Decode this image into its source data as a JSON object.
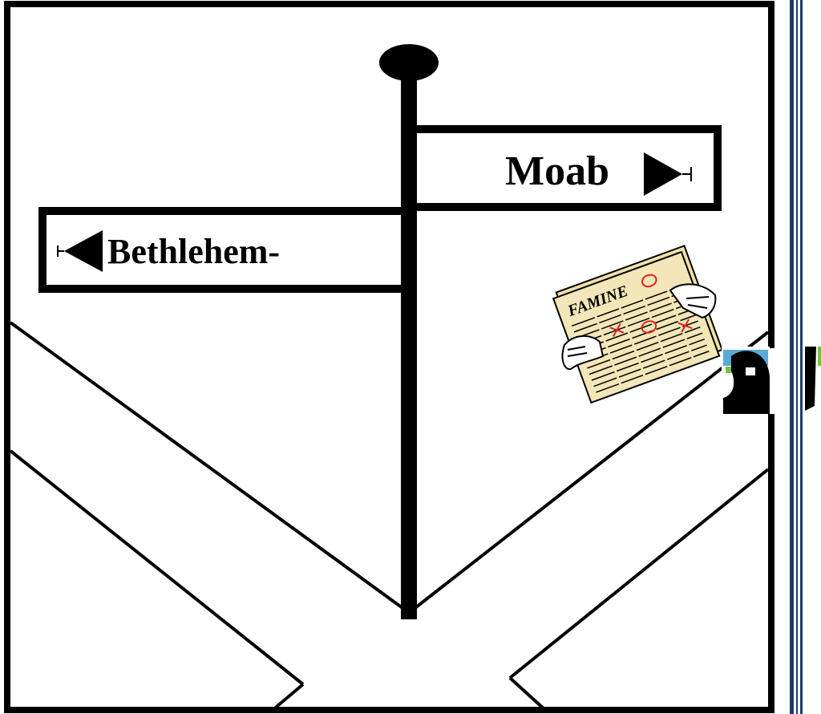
{
  "signs": {
    "right_label": "Moab",
    "left_label": "Bethlehem-"
  },
  "newspaper": {
    "headline": "FAMINE"
  },
  "colors": {
    "line": "#000000",
    "paper": "#f3e6b8",
    "page_border": "#1f3c6e",
    "mark_red": "#e02020",
    "accent_green": "#7ac142",
    "accent_blue": "#5aa9d8"
  },
  "icons": [
    "signpost-icon",
    "arrow-right-icon",
    "arrow-left-icon",
    "newspaper-icon",
    "hand-icon"
  ]
}
